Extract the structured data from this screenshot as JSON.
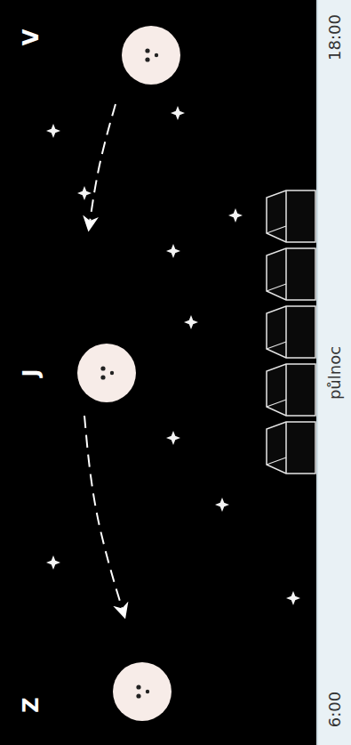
{
  "diagram": {
    "labels": [
      "V",
      "J",
      "Z",
      "18:00",
      "půlnoc",
      "6:00"
    ]
  }
}
